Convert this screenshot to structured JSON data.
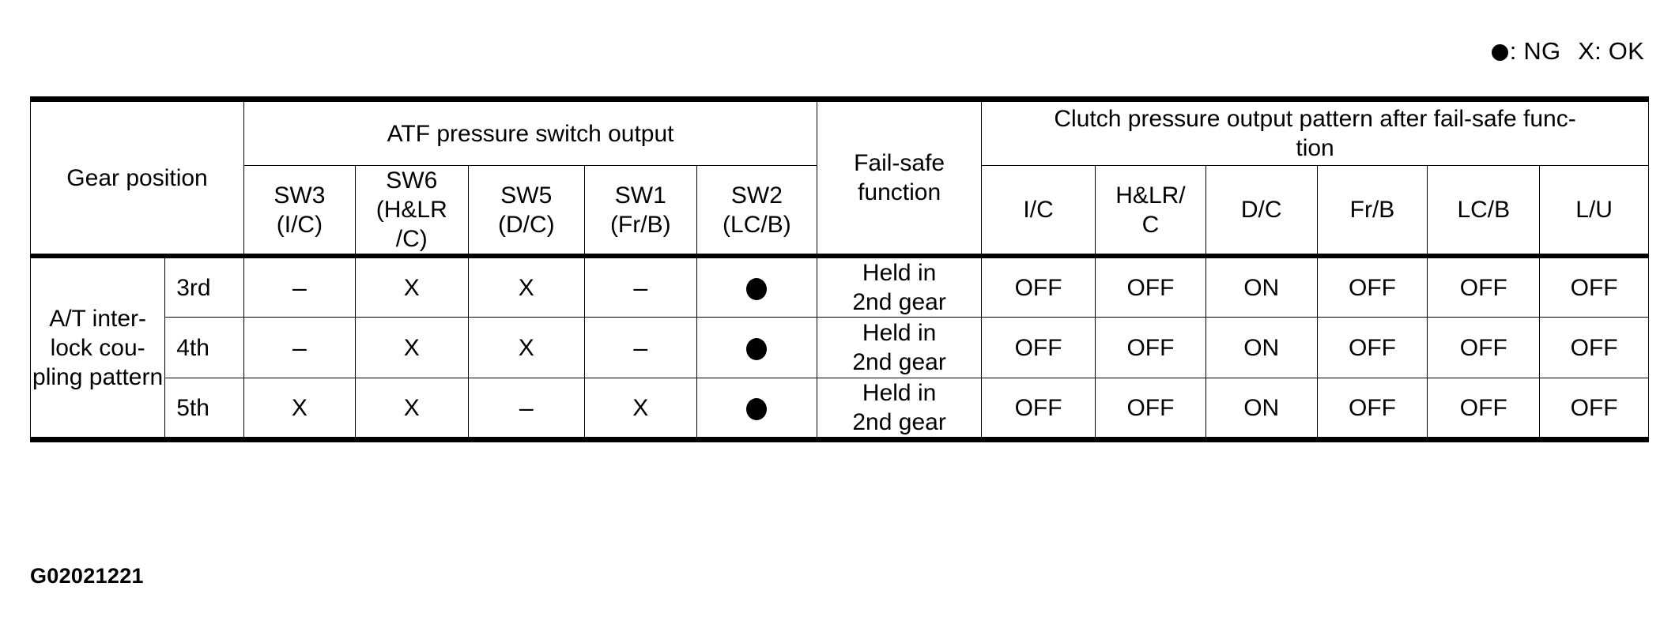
{
  "legend": {
    "ng_symbol": "●",
    "ng_text": ": NG",
    "ok_text": "X: OK",
    "full": "●: NG  X: OK"
  },
  "table": {
    "header": {
      "gear_position": "Gear position",
      "atf_group": "ATF pressure switch output",
      "failsafe_function": "Fail-safe\nfunction",
      "failsafe_function_line1": "Fail-safe",
      "failsafe_function_line2": "function",
      "clutch_group": "Clutch pressure output pattern after fail-safe func-tion",
      "clutch_group_line1": "Clutch pressure output pattern after fail-safe func-",
      "clutch_group_line2": "tion",
      "atf_columns": [
        {
          "name": "SW3",
          "detail": "(I/C)",
          "detail2": ""
        },
        {
          "name": "SW6",
          "detail": "(H&LR",
          "detail2": "/C)"
        },
        {
          "name": "SW5",
          "detail": "(D/C)",
          "detail2": ""
        },
        {
          "name": "SW1",
          "detail": "(Fr/B)",
          "detail2": ""
        },
        {
          "name": "SW2",
          "detail": "(LC/B)",
          "detail2": ""
        }
      ],
      "clutch_columns": [
        {
          "name": "I/C",
          "line2": ""
        },
        {
          "name": "H&LR/",
          "line2": "C"
        },
        {
          "name": "D/C",
          "line2": ""
        },
        {
          "name": "Fr/B",
          "line2": ""
        },
        {
          "name": "LC/B",
          "line2": ""
        },
        {
          "name": "L/U",
          "line2": ""
        }
      ]
    },
    "row_group_label": "A/T inter-lock cou-pling pattern",
    "row_group_label_line1": "A/T inter-",
    "row_group_label_line2": "lock cou-",
    "row_group_label_line3": "pling pattern",
    "rows": [
      {
        "gear": "3rd",
        "sw3": "–",
        "sw6": "X",
        "sw5": "X",
        "sw1": "–",
        "sw2": "●",
        "failsafe_line1": "Held in",
        "failsafe_line2": "2nd gear",
        "ic": "OFF",
        "hlrc": "OFF",
        "dc": "ON",
        "frb": "OFF",
        "lcb": "OFF",
        "lu": "OFF"
      },
      {
        "gear": "4th",
        "sw3": "–",
        "sw6": "X",
        "sw5": "X",
        "sw1": "–",
        "sw2": "●",
        "failsafe_line1": "Held in",
        "failsafe_line2": "2nd gear",
        "ic": "OFF",
        "hlrc": "OFF",
        "dc": "ON",
        "frb": "OFF",
        "lcb": "OFF",
        "lu": "OFF"
      },
      {
        "gear": "5th",
        "sw3": "X",
        "sw6": "X",
        "sw5": "–",
        "sw1": "X",
        "sw2": "●",
        "failsafe_line1": "Held in",
        "failsafe_line2": "2nd gear",
        "ic": "OFF",
        "hlrc": "OFF",
        "dc": "ON",
        "frb": "OFF",
        "lcb": "OFF",
        "lu": "OFF"
      }
    ]
  },
  "footer": {
    "figure_id": "G02021221"
  }
}
